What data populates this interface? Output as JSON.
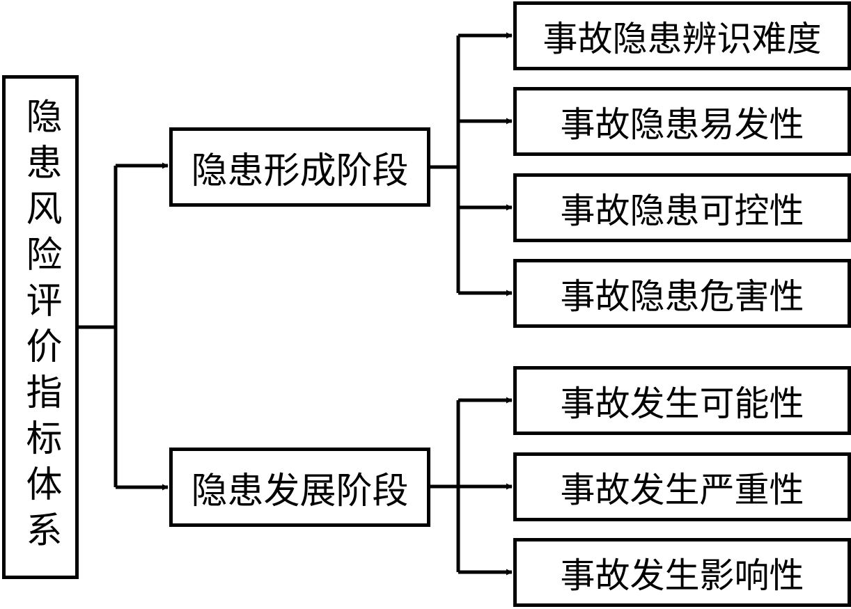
{
  "root": {
    "label": "隐患风险评价指标体系"
  },
  "stages": [
    {
      "label": "隐患形成阶段",
      "children": [
        "事故隐患辨识难度",
        "事故隐患易发性",
        "事故隐患可控性",
        "事故隐患危害性"
      ]
    },
    {
      "label": "隐患发展阶段",
      "children": [
        "事故发生可能性",
        "事故发生严重性",
        "事故发生影响性"
      ]
    }
  ],
  "colors": {
    "stroke": "#000000",
    "background": "#ffffff"
  }
}
